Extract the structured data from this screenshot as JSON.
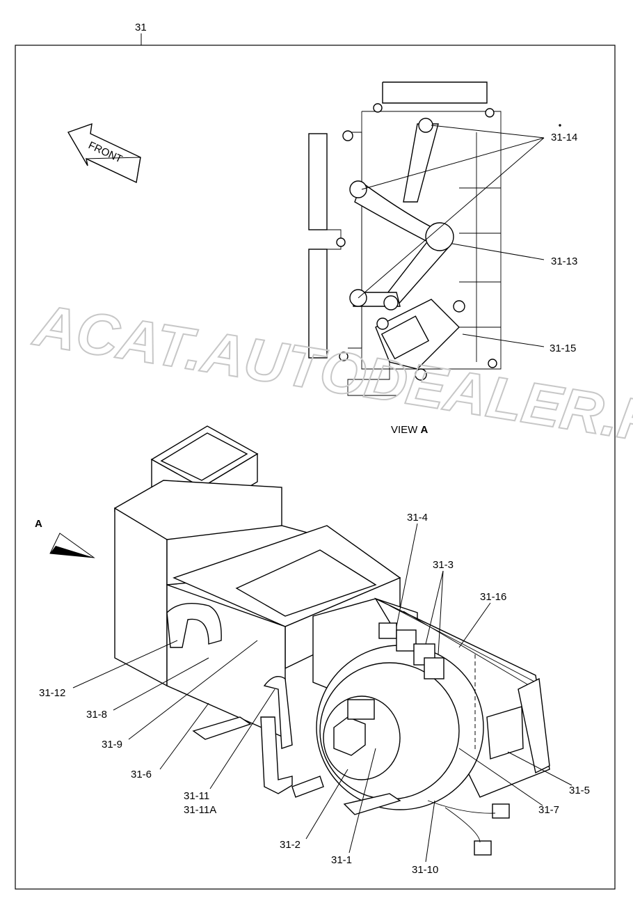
{
  "diagram": {
    "assembly_label": "31",
    "front_label": "FRONT",
    "view_a_prefix": "VIEW ",
    "view_a_letter": "A",
    "arrow_a_label": "A",
    "watermark": "ACAT.AUTODEALER.RU",
    "callouts": [
      "31-14",
      "31-13",
      "31-15",
      "31-4",
      "31-3",
      "31-16",
      "31-12",
      "31-8",
      "31-9",
      "31-6",
      "31-11",
      "31-11A",
      "31-2",
      "31-1",
      "31-10",
      "31-7",
      "31-5"
    ]
  }
}
